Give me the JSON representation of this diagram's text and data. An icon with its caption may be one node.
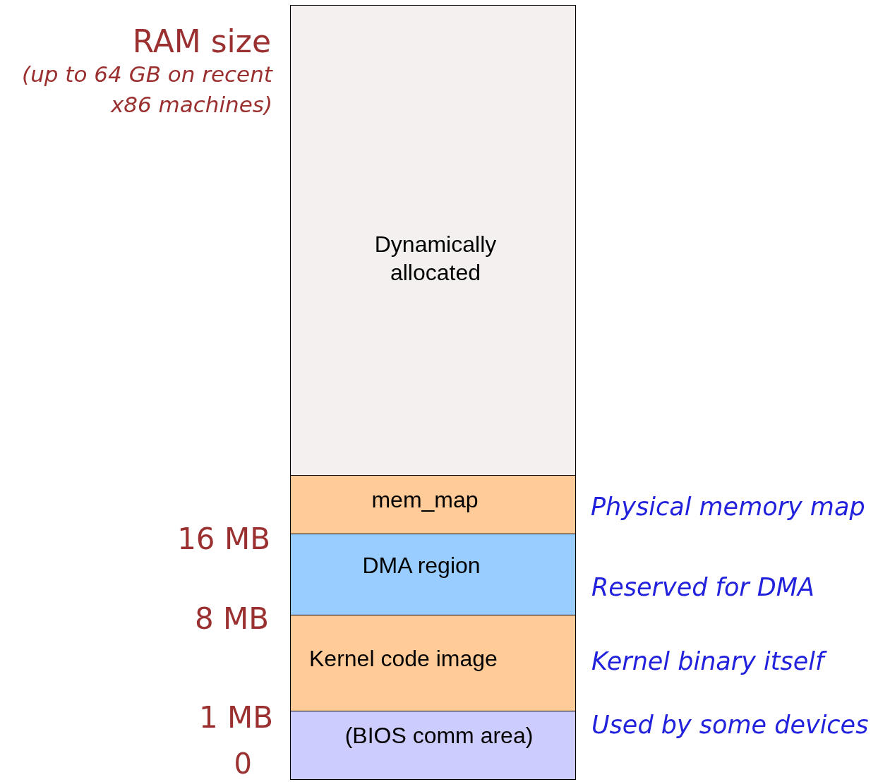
{
  "diagram": {
    "nodes": [
      {
        "text": [
          "Dynamically allocated"
        ]
      },
      {
        "text": [
          "mem_map"
        ]
      },
      {
        "text": [
          "DMA region"
        ]
      },
      {
        "text": [
          "Kernel code image"
        ]
      },
      {
        "text": [
          "(BIOS comm area)"
        ]
      }
    ],
    "labels": [
      "RAM size",
      "(up to 64 GB on recent x86 machines)",
      "16 MB",
      "8 MB",
      "1 MB",
      "0",
      "Physical memory map",
      "Reserved for DMA",
      "Kernel binary itself",
      "Used by some devices"
    ]
  }
}
